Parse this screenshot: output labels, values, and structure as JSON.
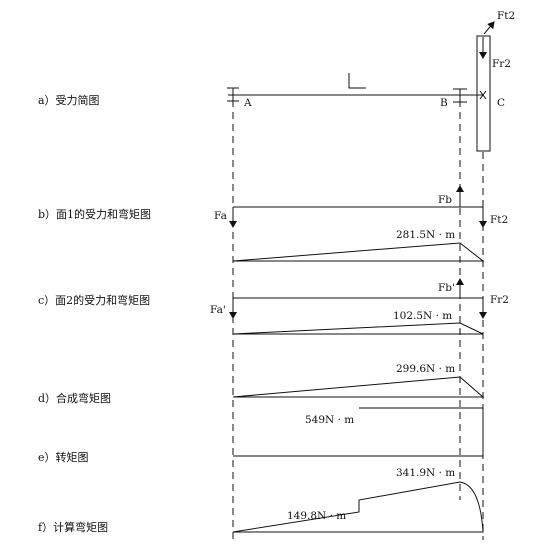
{
  "rows": {
    "a": "a）受力简图",
    "b": "b）面1的受力和弯矩图",
    "c": "c）面2的受力和弯矩图",
    "d": "d）合成弯矩图",
    "e": "e）转矩图",
    "f": "f）计算弯矩图"
  },
  "points": {
    "A": "A",
    "B": "B",
    "C": "C"
  },
  "forces": {
    "ft2_top": "Ft2",
    "fr2_side": "Fr2",
    "fa": "Fa",
    "fb": "Fb",
    "ft2_b": "Ft2",
    "fa_prime": "Fa'",
    "fb_prime": "Fb'",
    "fr2_c": "Fr2"
  },
  "moments": {
    "b_peak": "281.5N · m",
    "c_peak": "102.5N · m",
    "d_peak": "299.6N · m",
    "e_torque": "549N · m",
    "f_peak": "341.9N · m",
    "f_step": "149.8N · m"
  },
  "colors": {
    "line": "#111111",
    "background": "#ffffff"
  }
}
